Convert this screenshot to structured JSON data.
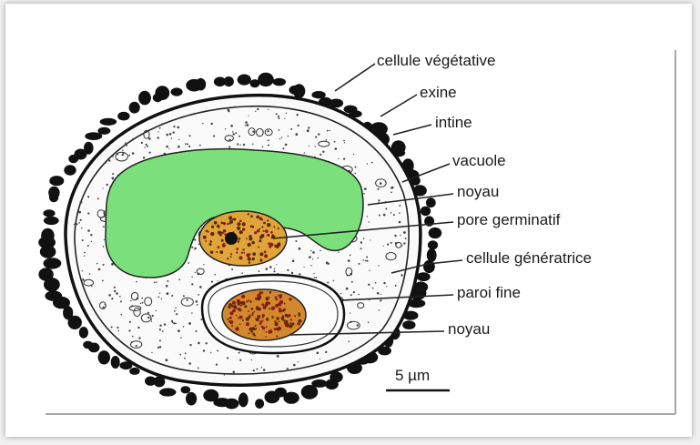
{
  "labels": {
    "vegetative_cell": "cellule végétative",
    "exine": "exine",
    "intine": "intine",
    "vacuole": "vacuole",
    "nucleus_vegetative": "noyau",
    "germ_pore": "pore germinatif",
    "generative_cell": "cellule génératrice",
    "thin_wall": "paroi fine",
    "nucleus_generative": "noyau"
  },
  "scale_bar": {
    "label": "5 µm"
  },
  "colors": {
    "vacuole": "#7be07b",
    "nucleus": "#e0a53a",
    "exine": "#111111",
    "frame_border": "#8a8a8a"
  }
}
